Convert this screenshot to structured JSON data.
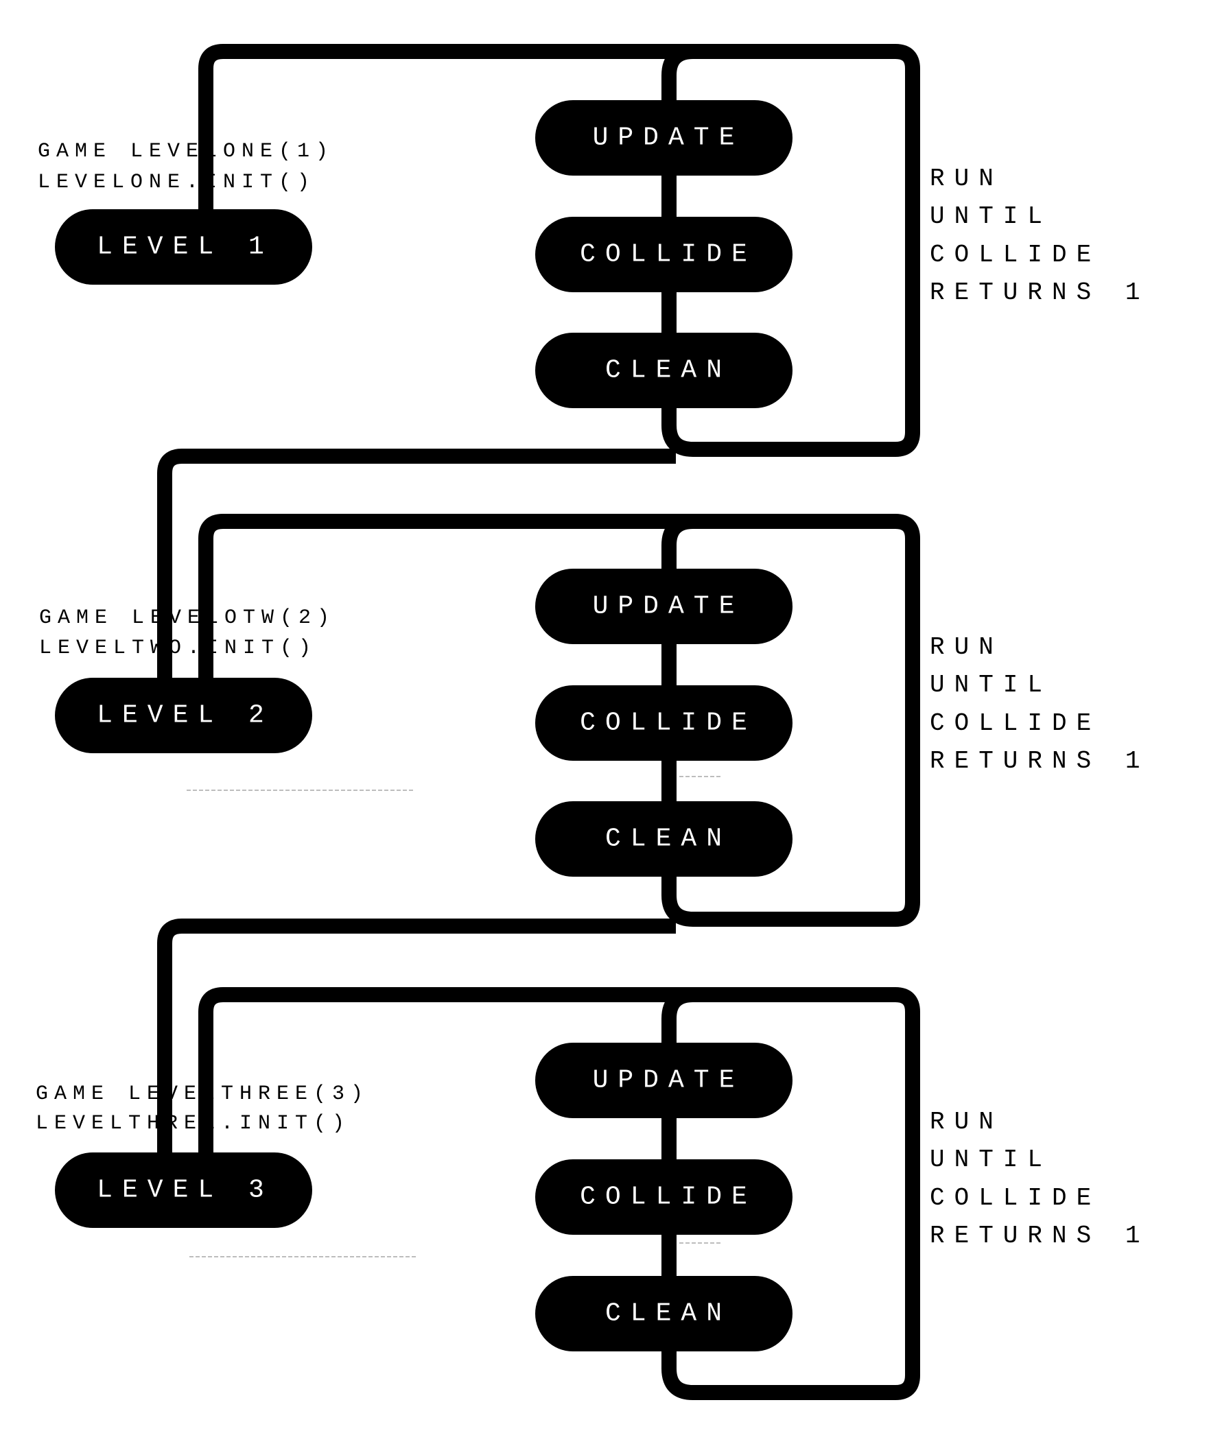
{
  "levels": [
    {
      "code_line1": "GAME LEVELONE(1)",
      "code_line2": "LEVELONE.INIT()",
      "label": "LEVEL 1",
      "steps": [
        "UPDATE",
        "COLLIDE",
        "CLEAN"
      ],
      "note": [
        "RUN",
        "UNTIL",
        "COLLIDE",
        "RETURNS 1"
      ]
    },
    {
      "code_line1": "GAME LEVELOTW(2)",
      "code_line2": "LEVELTWO.INIT()",
      "label": "LEVEL 2",
      "steps": [
        "UPDATE",
        "COLLIDE",
        "CLEAN"
      ],
      "note": [
        "RUN",
        "UNTIL",
        "COLLIDE",
        "RETURNS 1"
      ]
    },
    {
      "code_line1": "GAME LEVELTHREE(3)",
      "code_line2": "LEVELTHREE.INIT()",
      "label": "LEVEL 3",
      "steps": [
        "UPDATE",
        "COLLIDE",
        "CLEAN"
      ],
      "note": [
        "RUN",
        "UNTIL",
        "COLLIDE",
        "RETURNS 1"
      ]
    }
  ],
  "colors": {
    "ink": "#000000",
    "paper": "#ffffff"
  }
}
